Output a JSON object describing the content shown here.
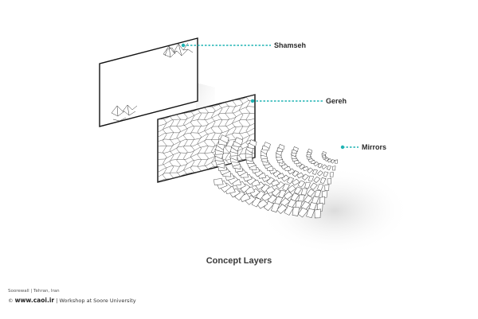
{
  "diagram": {
    "caption": "Concept Layers",
    "layers": [
      {
        "label": "Shamseh"
      },
      {
        "label": "Gereh"
      },
      {
        "label": "Mirrors"
      }
    ],
    "accent_color": "#1fb3b3"
  },
  "credits": {
    "location": "Soorewall | Tehran, Iran",
    "copyright_symbol": "©",
    "site": "www.caoi.ir",
    "separator": "|",
    "workshop": "Workshop at Soore University"
  }
}
